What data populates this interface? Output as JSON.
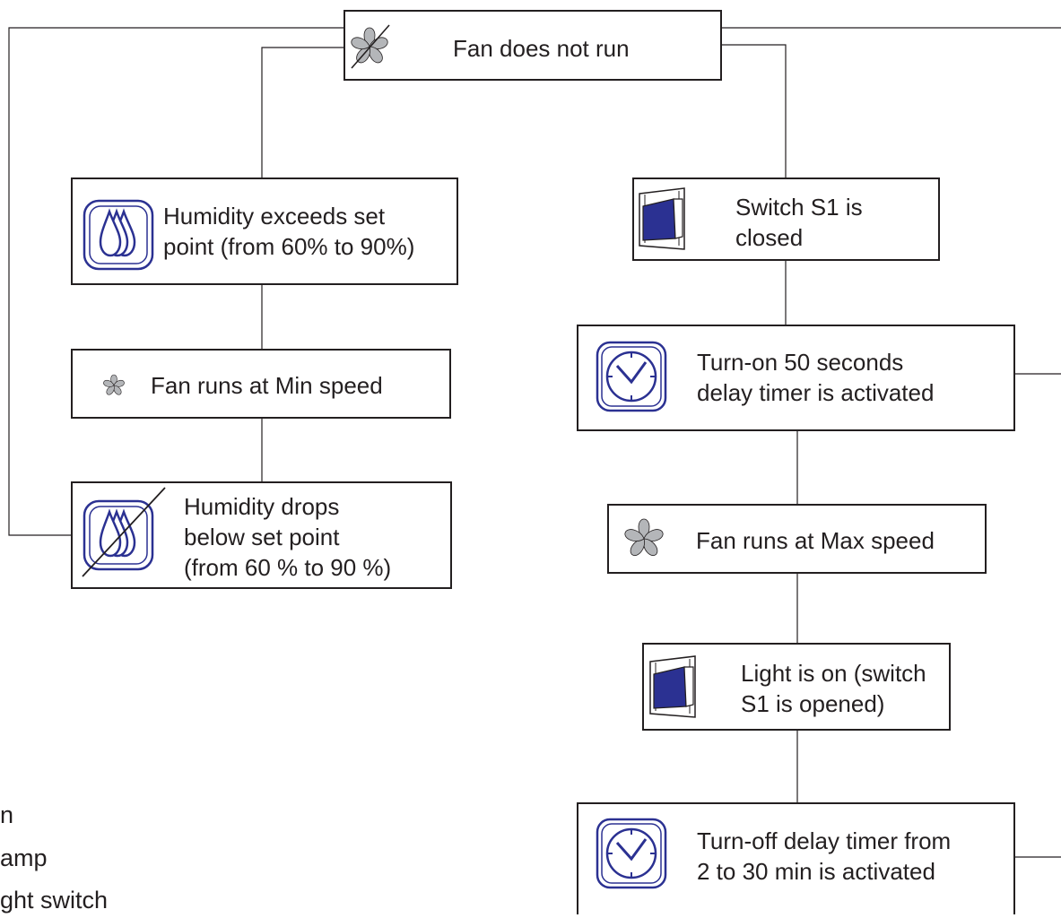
{
  "colors": {
    "line": "#231f20",
    "icon_blue": "#2b3192",
    "fan_gray": "#b4b6b9"
  },
  "nodes": {
    "fan_off": "Fan does not run",
    "humidity_exceeds": [
      "Humidity exceeds set",
      "point (from 60% to 90%)"
    ],
    "fan_min": "Fan runs at Min speed",
    "humidity_drops": [
      "Humidity drops",
      "below set point",
      "(from 60 % to 90 %)"
    ],
    "switch_closed": [
      "Switch S1 is",
      "closed"
    ],
    "turn_on_timer": [
      "Turn-on 50 seconds",
      "delay timer is activated"
    ],
    "fan_max": "Fan runs at Max speed",
    "light_on": [
      "Light is on (switch",
      "S1 is opened)"
    ],
    "turn_off_timer": [
      "Turn-off delay timer from",
      "2 to 30 min is activated"
    ]
  },
  "legend": [
    "n",
    "amp",
    "ght switch"
  ],
  "icons": [
    "fan-off-icon",
    "humidity-icon",
    "fan-icon",
    "humidity-off-icon",
    "switch-icon",
    "timer-icon"
  ]
}
